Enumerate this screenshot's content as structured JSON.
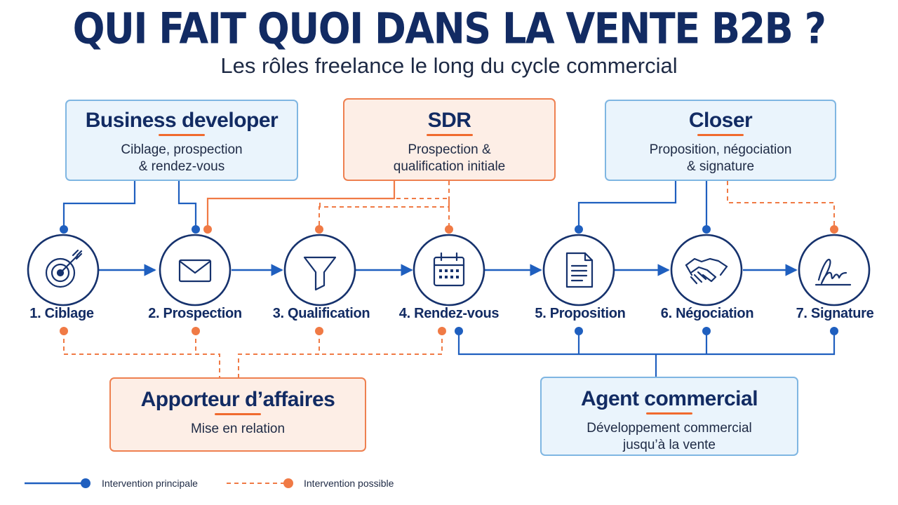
{
  "title": "QUI FAIT QUOI DANS LA VENTE B2B ?",
  "subtitle": "Les rôles freelance le long du cycle commercial",
  "roles": {
    "business_developer": {
      "title": "Business developer",
      "description": "Ciblage, prospection\n& rendez-vous",
      "color": "#7fb6e2"
    },
    "sdr": {
      "title": "SDR",
      "description": "Prospection &\nqualification initiale",
      "color": "#ee8050"
    },
    "closer": {
      "title": "Closer",
      "description": "Proposition, négociation\n& signature",
      "color": "#7fb6e2"
    },
    "apporteur": {
      "title": "Apporteur d’affaires",
      "description": "Mise en relation",
      "color": "#ee8050"
    },
    "agent": {
      "title": "Agent commercial",
      "description": "Développement commercial\njusqu’à la vente",
      "color": "#7fb6e2"
    }
  },
  "steps": [
    {
      "label": "1. Ciblage",
      "icon": "target-icon"
    },
    {
      "label": "2. Prospection",
      "icon": "envelope-icon"
    },
    {
      "label": "3. Qualification",
      "icon": "funnel-icon"
    },
    {
      "label": "4. Rendez-vous",
      "icon": "calendar-icon"
    },
    {
      "label": "5. Proposition",
      "icon": "document-icon"
    },
    {
      "label": "6. Négociation",
      "icon": "handshake-icon"
    },
    {
      "label": "7. Signature",
      "icon": "signature-icon"
    }
  ],
  "legend": {
    "main": "Intervention principale",
    "possible": "Intervention possible"
  },
  "colors": {
    "navy": "#122b63",
    "main_line": "#1f5fbf",
    "possible_line": "#f07a45",
    "accent": "#f06a2e"
  }
}
